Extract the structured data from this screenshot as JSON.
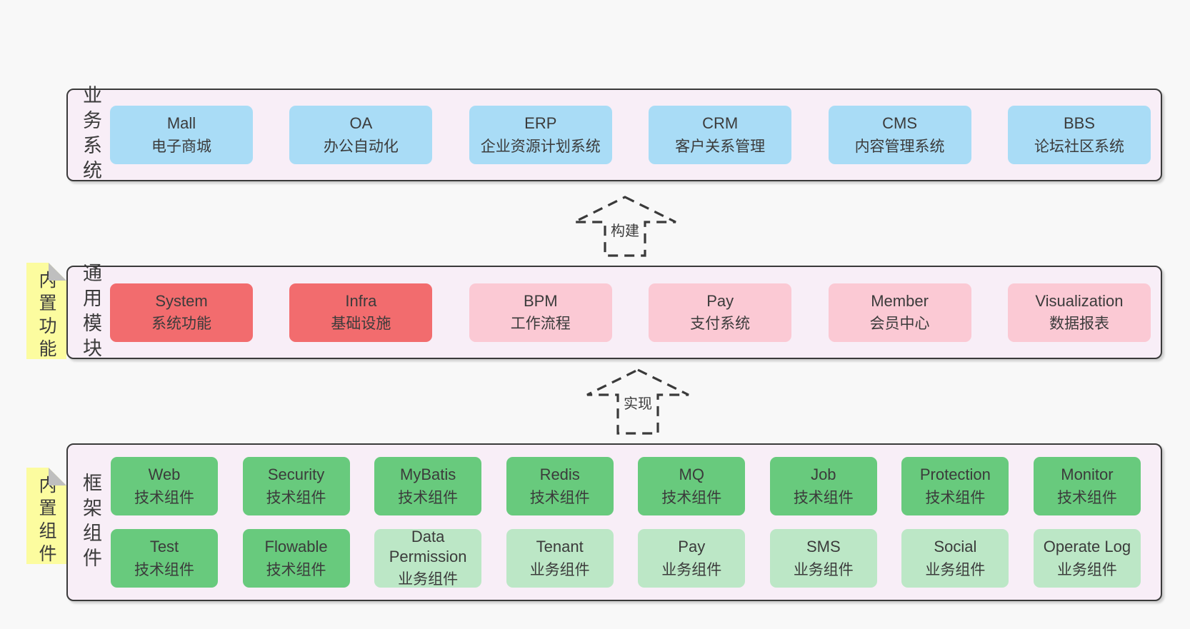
{
  "colors": {
    "page_background": "#f8f8f8",
    "panel_background": "#f8eef7",
    "panel_border": "#3a3a3a",
    "blue_box": "#a9dcf6",
    "red_box": "#f26c6e",
    "pink_box": "#fbc9d4",
    "green_box": "#68ca7d",
    "light_green_box": "#bce7c6",
    "sticky_yellow": "#fcfc9f",
    "sticky_fold_gray": "#bfbfbf",
    "text": "#3b3b3b"
  },
  "arrows": {
    "build": "构建",
    "implement": "实现"
  },
  "business_row": {
    "label": "业务系统",
    "boxes": [
      {
        "name": "Mall",
        "subtitle": "电子商城"
      },
      {
        "name": "OA",
        "subtitle": "办公自动化"
      },
      {
        "name": "ERP",
        "subtitle": "企业资源计划系统"
      },
      {
        "name": "CRM",
        "subtitle": "客户关系管理"
      },
      {
        "name": "CMS",
        "subtitle": "内容管理系统"
      },
      {
        "name": "BBS",
        "subtitle": "论坛社区系统"
      }
    ]
  },
  "modules_row": {
    "label": "通用模块",
    "sticky": "内置功能",
    "boxes": [
      {
        "name": "System",
        "subtitle": "系统功能",
        "variant": "red"
      },
      {
        "name": "Infra",
        "subtitle": "基础设施",
        "variant": "red"
      },
      {
        "name": "BPM",
        "subtitle": "工作流程",
        "variant": "pink"
      },
      {
        "name": "Pay",
        "subtitle": "支付系统",
        "variant": "pink"
      },
      {
        "name": "Member",
        "subtitle": "会员中心",
        "variant": "pink"
      },
      {
        "name": "Visualization",
        "subtitle": "数据报表",
        "variant": "pink"
      }
    ]
  },
  "components_row": {
    "label": "框架组件",
    "sticky": "内置组件",
    "row1": [
      {
        "name": "Web",
        "subtitle": "技术组件",
        "variant": "green"
      },
      {
        "name": "Security",
        "subtitle": "技术组件",
        "variant": "green"
      },
      {
        "name": "MyBatis",
        "subtitle": "技术组件",
        "variant": "green"
      },
      {
        "name": "Redis",
        "subtitle": "技术组件",
        "variant": "green"
      },
      {
        "name": "MQ",
        "subtitle": "技术组件",
        "variant": "green"
      },
      {
        "name": "Job",
        "subtitle": "技术组件",
        "variant": "green"
      },
      {
        "name": "Protection",
        "subtitle": "技术组件",
        "variant": "green"
      },
      {
        "name": "Monitor",
        "subtitle": "技术组件",
        "variant": "green"
      }
    ],
    "row2": [
      {
        "name": "Test",
        "subtitle": "技术组件",
        "variant": "green"
      },
      {
        "name": "Flowable",
        "subtitle": "技术组件",
        "variant": "green"
      },
      {
        "name": "Data Permission",
        "subtitle": "业务组件",
        "variant": "light-green"
      },
      {
        "name": "Tenant",
        "subtitle": "业务组件",
        "variant": "light-green"
      },
      {
        "name": "Pay",
        "subtitle": "业务组件",
        "variant": "light-green"
      },
      {
        "name": "SMS",
        "subtitle": "业务组件",
        "variant": "light-green"
      },
      {
        "name": "Social",
        "subtitle": "业务组件",
        "variant": "light-green"
      },
      {
        "name": "Operate Log",
        "subtitle": "业务组件",
        "variant": "light-green"
      }
    ]
  }
}
